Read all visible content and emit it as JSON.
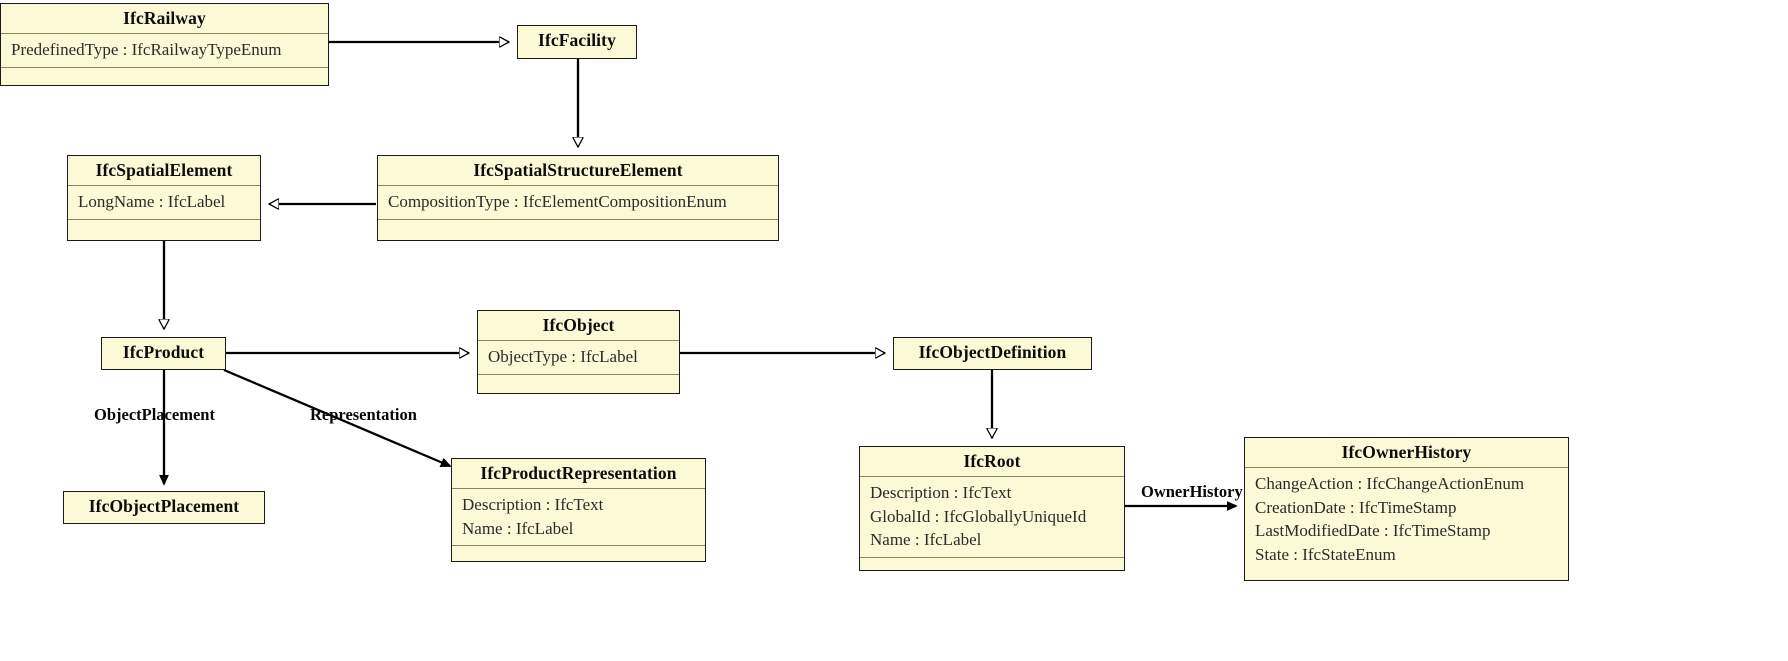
{
  "diagram": {
    "type": "uml-class-diagram",
    "title": "IfcRailway inheritance and association diagram",
    "colors": {
      "class_fill": "#fcfad6",
      "class_border": "#1a1a1a",
      "compartment_divider": "#8a8559",
      "edge_stroke": "#000000",
      "background": "#ffffff",
      "title_text": "#0c0c0c",
      "attribute_text": "#2b2b2b"
    }
  },
  "classes": {
    "ifc_railway": {
      "name": "IfcRailway",
      "attributes": [
        "PredefinedType : IfcRailwayTypeEnum"
      ],
      "operations": []
    },
    "ifc_facility": {
      "name": "IfcFacility",
      "attributes": [],
      "operations": []
    },
    "ifc_spatial_element": {
      "name": "IfcSpatialElement",
      "attributes": [
        "LongName : IfcLabel"
      ],
      "operations": []
    },
    "ifc_spatial_structure_element": {
      "name": "IfcSpatialStructureElement",
      "attributes": [
        "CompositionType : IfcElementCompositionEnum"
      ],
      "operations": []
    },
    "ifc_product": {
      "name": "IfcProduct",
      "attributes": [],
      "operations": []
    },
    "ifc_object": {
      "name": "IfcObject",
      "attributes": [
        "ObjectType : IfcLabel"
      ],
      "operations": []
    },
    "ifc_object_definition": {
      "name": "IfcObjectDefinition",
      "attributes": [],
      "operations": []
    },
    "ifc_product_representation": {
      "name": "IfcProductRepresentation",
      "attributes": [
        "Description : IfcText",
        "Name : IfcLabel"
      ],
      "operations": []
    },
    "ifc_object_placement": {
      "name": "IfcObjectPlacement",
      "attributes": [],
      "operations": []
    },
    "ifc_root": {
      "name": "IfcRoot",
      "attributes": [
        "Description : IfcText",
        "GlobalId : IfcGloballyUniqueId",
        "Name : IfcLabel"
      ],
      "operations": []
    },
    "ifc_owner_history": {
      "name": "IfcOwnerHistory",
      "attributes": [
        "ChangeAction : IfcChangeActionEnum",
        "CreationDate : IfcTimeStamp",
        "LastModifiedDate : IfcTimeStamp",
        "State : IfcStateEnum"
      ],
      "operations": []
    }
  },
  "relationships": {
    "railway_to_facility": {
      "kind": "generalization",
      "arrowhead": "hollow-triangle",
      "source": "IfcRailway",
      "target": "IfcFacility",
      "label": ""
    },
    "facility_to_spatial_structure": {
      "kind": "generalization",
      "arrowhead": "hollow-triangle",
      "source": "IfcFacility",
      "target": "IfcSpatialStructureElement",
      "label": ""
    },
    "spatial_structure_to_spatial_element": {
      "kind": "generalization",
      "arrowhead": "hollow-triangle",
      "source": "IfcSpatialStructureElement",
      "target": "IfcSpatialElement",
      "label": ""
    },
    "spatial_element_to_product": {
      "kind": "generalization",
      "arrowhead": "hollow-triangle",
      "source": "IfcSpatialElement",
      "target": "IfcProduct",
      "label": ""
    },
    "product_to_object": {
      "kind": "generalization",
      "arrowhead": "hollow-triangle",
      "source": "IfcProduct",
      "target": "IfcObject",
      "label": ""
    },
    "object_to_object_definition": {
      "kind": "generalization",
      "arrowhead": "hollow-triangle",
      "source": "IfcObject",
      "target": "IfcObjectDefinition",
      "label": ""
    },
    "object_definition_to_root": {
      "kind": "generalization",
      "arrowhead": "hollow-triangle",
      "source": "IfcObjectDefinition",
      "target": "IfcRoot",
      "label": ""
    },
    "product_to_object_placement": {
      "kind": "association",
      "arrowhead": "solid-arrow",
      "source": "IfcProduct",
      "target": "IfcObjectPlacement",
      "label": "ObjectPlacement"
    },
    "product_to_product_representation": {
      "kind": "association",
      "arrowhead": "solid-arrow",
      "source": "IfcProduct",
      "target": "IfcProductRepresentation",
      "label": "Representation"
    },
    "root_to_owner_history": {
      "kind": "association",
      "arrowhead": "solid-arrow",
      "source": "IfcRoot",
      "target": "IfcOwnerHistory",
      "label": "OwnerHistory"
    }
  }
}
